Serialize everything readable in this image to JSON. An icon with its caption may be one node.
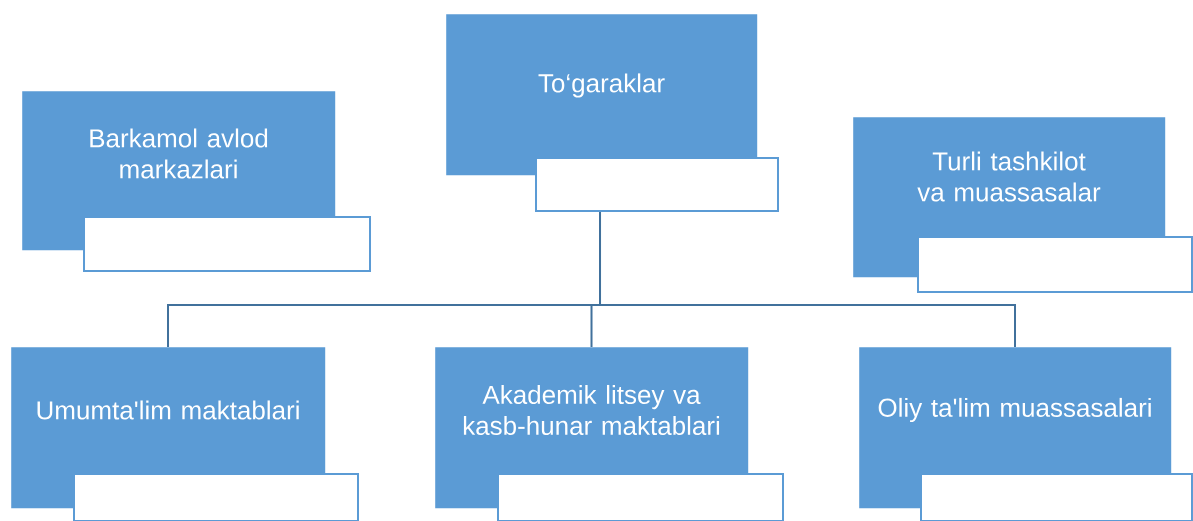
{
  "diagram": {
    "nodes": [
      {
        "text": [
          "To‘garaklar"
        ]
      },
      {
        "text": [],
        "shape": "box"
      },
      {
        "text": [
          "Barkamol avlod markazlari"
        ]
      },
      {
        "text": [],
        "shape": "box"
      },
      {
        "text": [
          "Turli tashkilot va muassasalar"
        ]
      },
      {
        "text": [],
        "shape": "box"
      },
      {
        "text": [
          "Umumta'lim maktablari"
        ]
      },
      {
        "text": [],
        "shape": "box"
      },
      {
        "text": [
          "Akademik litsey va kasb-hunar maktablari"
        ]
      },
      {
        "text": [],
        "shape": "box"
      },
      {
        "text": [
          "Oliy ta'lim muassasalari"
        ]
      },
      {
        "text": [],
        "shape": "box"
      }
    ],
    "edges": [
      {
        "from": 1,
        "to": 6,
        "arrow": "none"
      },
      {
        "from": 1,
        "to": 8,
        "arrow": "none"
      },
      {
        "from": 1,
        "to": 10,
        "arrow": "none"
      }
    ]
  }
}
